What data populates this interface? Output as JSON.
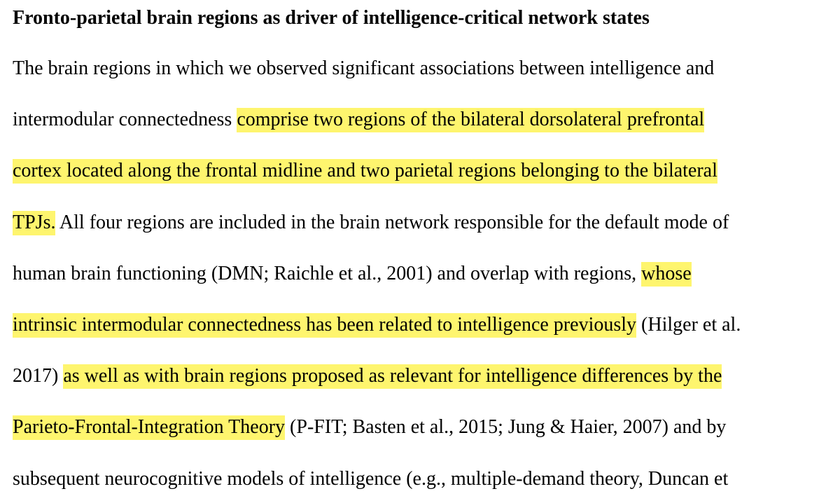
{
  "heading": "Fronto-parietal brain regions as driver of intelligence-critical network states",
  "lines": [
    {
      "segments": [
        {
          "text": "The brain regions in which we observed significant associations between intelligence and",
          "highlight": false
        }
      ]
    },
    {
      "segments": [
        {
          "text": "intermodular connectedness ",
          "highlight": false
        },
        {
          "text": "comprise two regions of the bilateral dorsolateral prefrontal ",
          "highlight": true
        }
      ]
    },
    {
      "segments": [
        {
          "text": "cortex located along the frontal midline and two parietal regions belonging to the bilateral ",
          "highlight": true
        }
      ]
    },
    {
      "segments": [
        {
          "text": "TPJs.",
          "highlight": true
        },
        {
          "text": " All four regions are included in the brain network responsible for the default mode of",
          "highlight": false
        }
      ]
    },
    {
      "segments": [
        {
          "text": "human brain functioning (DMN; Raichle et al., 2001) and overlap with regions, ",
          "highlight": false
        },
        {
          "text": "whose ",
          "highlight": true
        }
      ]
    },
    {
      "segments": [
        {
          "text": "intrinsic intermodular connectedness has been related to intelligence previously",
          "highlight": true
        },
        {
          "text": " (Hilger et al.",
          "highlight": false
        }
      ]
    },
    {
      "segments": [
        {
          "text": "2017) ",
          "highlight": false
        },
        {
          "text": "as well as with brain regions proposed as relevant for intelligence differences by the ",
          "highlight": true
        }
      ]
    },
    {
      "segments": [
        {
          "text": "Parieto-Frontal-Integration Theory",
          "highlight": true
        },
        {
          "text": " (P-FIT; Basten et al., 2015; Jung & Haier, 2007) and by",
          "highlight": false
        }
      ]
    },
    {
      "segments": [
        {
          "text": "subsequent neurocognitive models of intelligence (e.g., multiple-demand theory, Duncan et",
          "highlight": false
        }
      ]
    }
  ]
}
